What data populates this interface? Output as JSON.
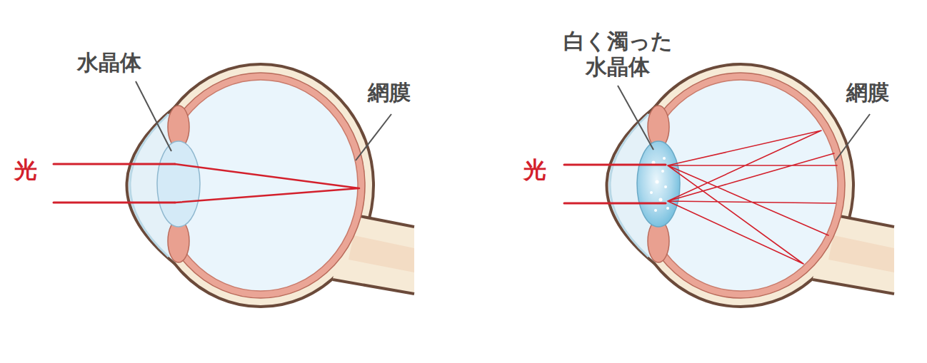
{
  "diagram": {
    "labels": [
      "水晶体",
      "網膜",
      "光",
      "白く濁った 水晶体",
      "網膜",
      "光"
    ]
  }
}
